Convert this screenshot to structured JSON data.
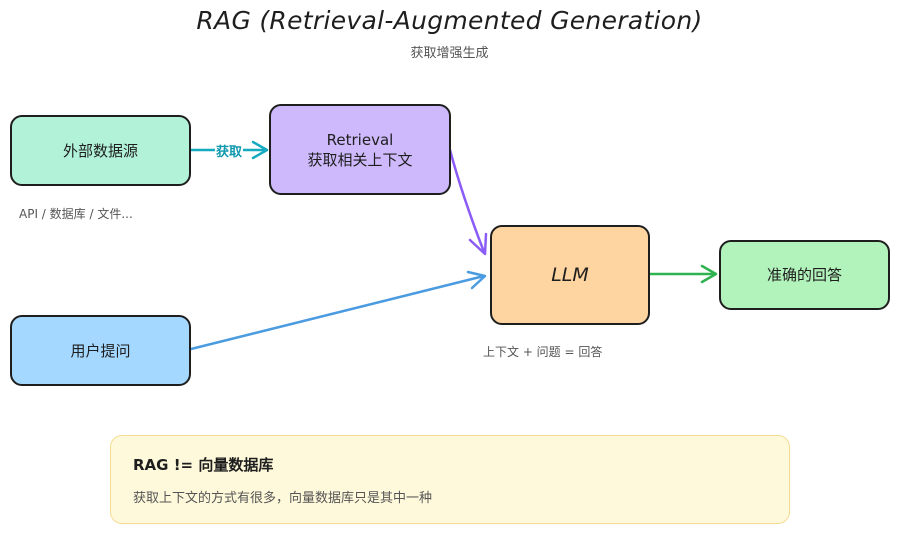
{
  "title": "RAG (Retrieval-Augmented Generation)",
  "subtitle": "获取增强生成",
  "nodes": {
    "external_source": "外部数据源",
    "retrieval_en": "Retrieval",
    "retrieval_zh": "获取相关上下文",
    "llm": "LLM",
    "user_question": "用户提问",
    "answer": "准确的回答"
  },
  "annotations": {
    "external_source_examples": "API / 数据库 / 文件...",
    "llm_formula": "上下文 + 问题 = 回答"
  },
  "edge_labels": {
    "fetch": "获取"
  },
  "note": {
    "title": "RAG != 向量数据库",
    "body": "获取上下文的方式有很多，向量数据库只是其中一种"
  },
  "colors": {
    "external_source_fill": "#b2f2d8",
    "retrieval_fill": "#cdb9fb",
    "llm_fill": "#fed4a0",
    "user_fill": "#a5d8ff",
    "answer_fill": "#b2f2bb",
    "note_fill": "#fff9db",
    "edge_fetch": "#15aabf",
    "edge_retrieval": "#8b5cf6",
    "edge_user": "#4a9be0",
    "edge_answer": "#2fb350"
  }
}
